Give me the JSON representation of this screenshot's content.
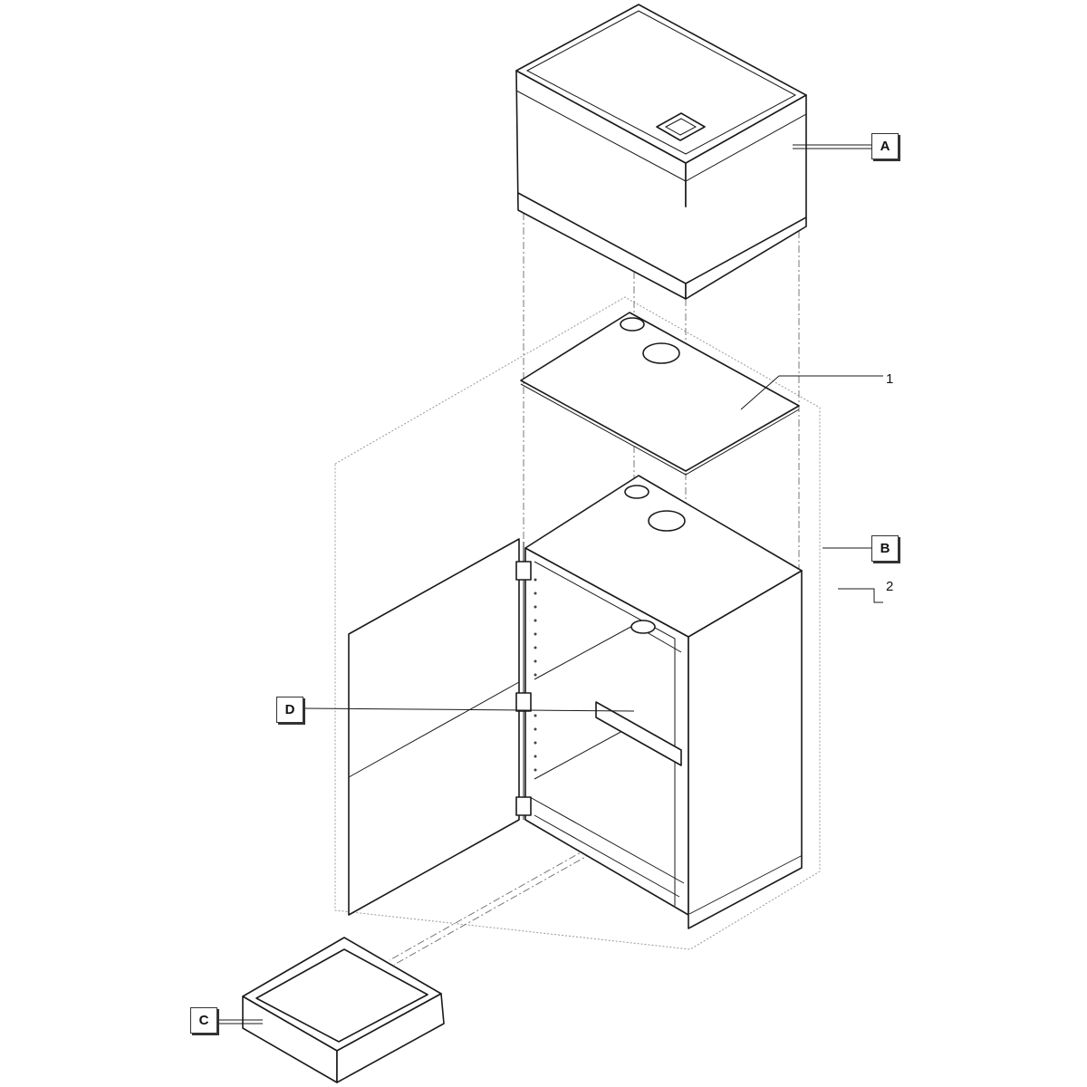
{
  "labels": {
    "A": "A",
    "B": "B",
    "C": "C",
    "D": "D",
    "part1": "1",
    "part2": "2"
  }
}
